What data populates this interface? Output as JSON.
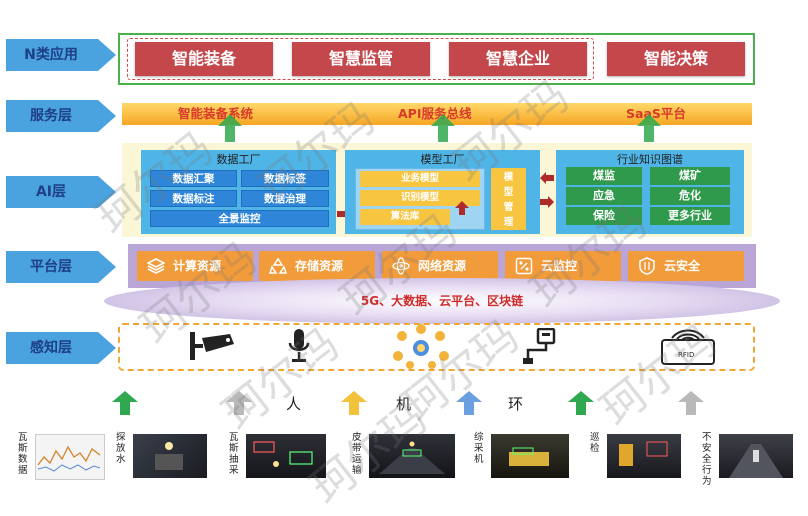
{
  "layers": [
    "N类应用",
    "服务层",
    "AI层",
    "平台层",
    "感知层"
  ],
  "n_apps": [
    "智能装备",
    "智慧监管",
    "智慧企业",
    "智能决策"
  ],
  "service": [
    "智能装备系统",
    "API服务总线",
    "SaaS平台"
  ],
  "data_factory": {
    "title": "数据工厂",
    "items": [
      "数据汇聚",
      "数据标签",
      "数据标注",
      "数据治理"
    ],
    "bottom": "全景监控"
  },
  "model_factory": {
    "title": "模型工厂",
    "items": [
      "业务模型",
      "识别模型",
      "算法库"
    ],
    "side": "模型管理"
  },
  "knowledge_graph": {
    "title": "行业知识图谱",
    "items": [
      "煤监",
      "煤矿",
      "应急",
      "危化",
      "保险",
      "更多行业"
    ]
  },
  "platform": [
    "计算资源",
    "存储资源",
    "网络资源",
    "云监控",
    "云安全"
  ],
  "platform_tech": "5G、大数据、云平台、区块链",
  "rka": [
    "人",
    "机",
    "环"
  ],
  "scenes": [
    "瓦斯数据",
    "探放水",
    "瓦斯抽采",
    "皮带运输",
    "综采机",
    "巡检",
    "不安全行为"
  ],
  "watermark": "珂尔玛",
  "colors": {
    "tag_blue": "#4aa3df",
    "app_red": "#c4474b",
    "service_orange": "#f6a623",
    "ai_blue": "#2f86d8",
    "graph_green": "#2f9a4c",
    "platform_orange": "#f29b3a",
    "platform_purple": "#b9a6d6",
    "arrow_green": "#2fa84f",
    "arrow_gray": "#b9b9b9",
    "arrow_blue": "#6aa0e0"
  },
  "icons": [
    "camera-icon",
    "microphone-icon",
    "iot-hub-icon",
    "sensor-device-icon",
    "rfid-icon"
  ]
}
